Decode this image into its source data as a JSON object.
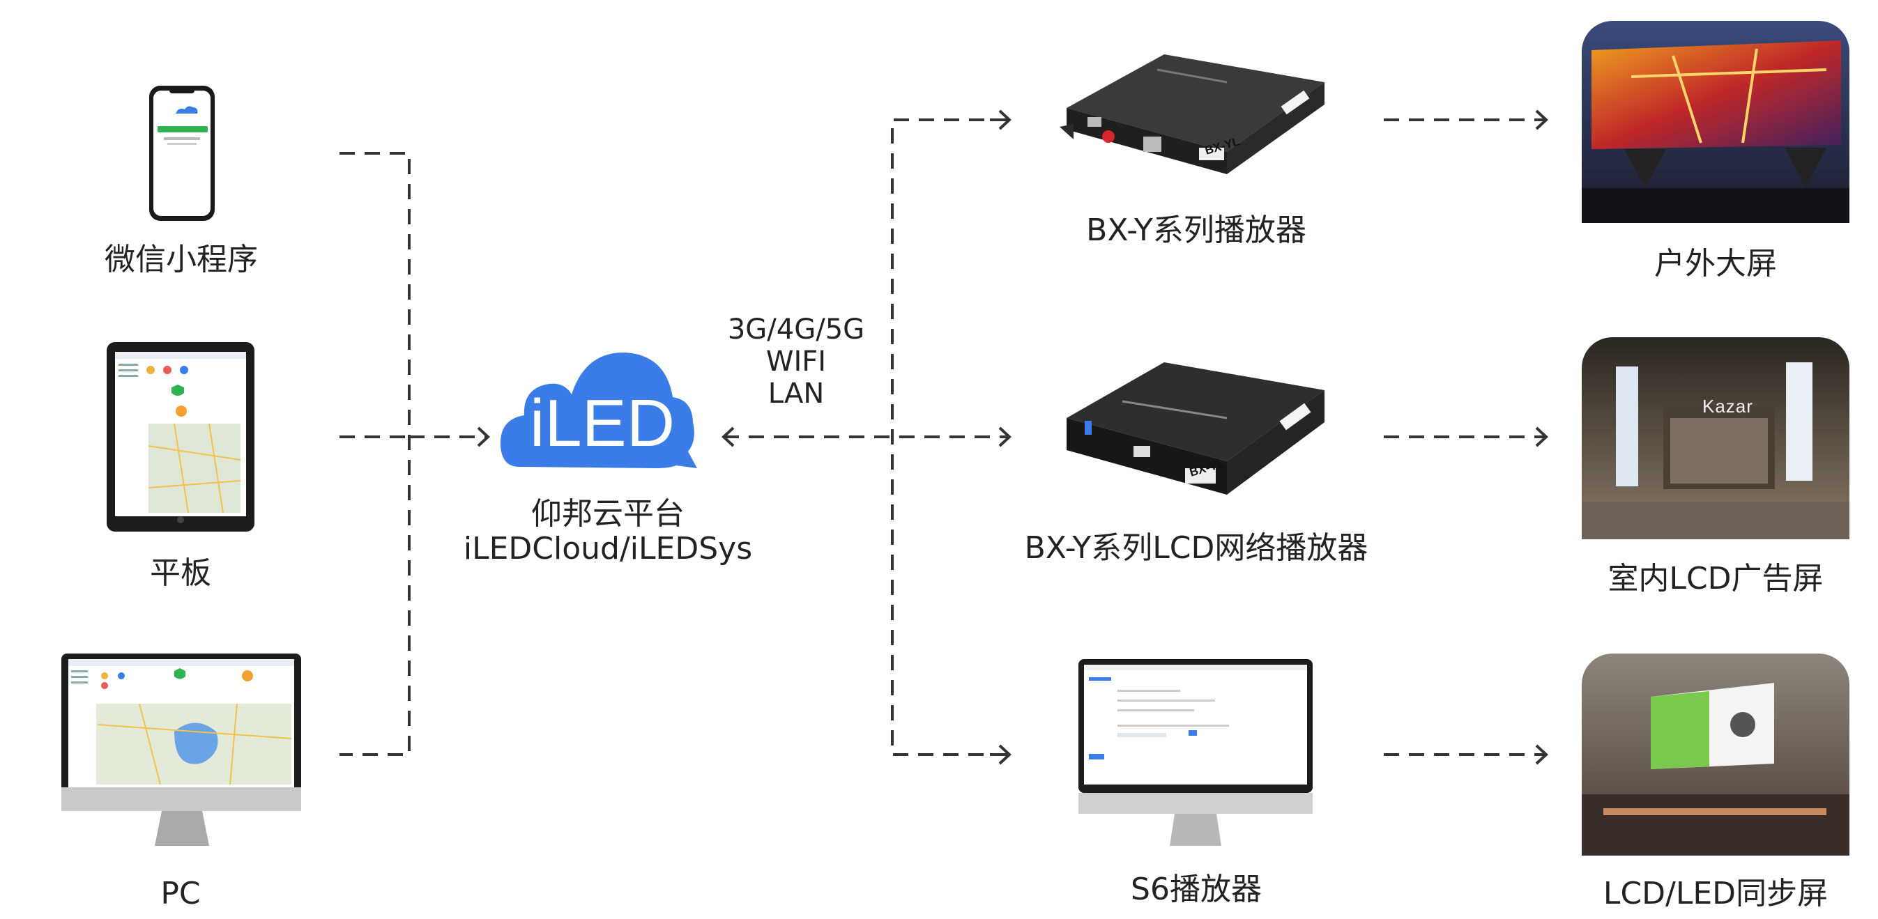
{
  "clients": {
    "wechat": "微信小程序",
    "tablet": "平板",
    "pc": "PC"
  },
  "center": {
    "logo_text": "iLED",
    "name": "仰邦云平台",
    "system": "iLEDCloud/iLEDSys"
  },
  "link": {
    "line1": "3G/4G/5G",
    "line2": "WIFI",
    "line3": "LAN"
  },
  "players": {
    "bxy": "BX-Y系列播放器",
    "bxy_device_tag": "BX-YL",
    "bxy_lcd": "BX-Y系列LCD网络播放器",
    "bxy_lcd_device_tag": "BX-YL",
    "s6": "S6播放器"
  },
  "displays": {
    "outdoor": "户外大屏",
    "indoor_lcd": "室内LCD广告屏",
    "storefront_sign": "Kazar",
    "sync": "LCD/LED同步屏"
  },
  "colors": {
    "cloud": "#3b7de8",
    "line": "#333333",
    "device_dark": "#2c2c2c"
  }
}
